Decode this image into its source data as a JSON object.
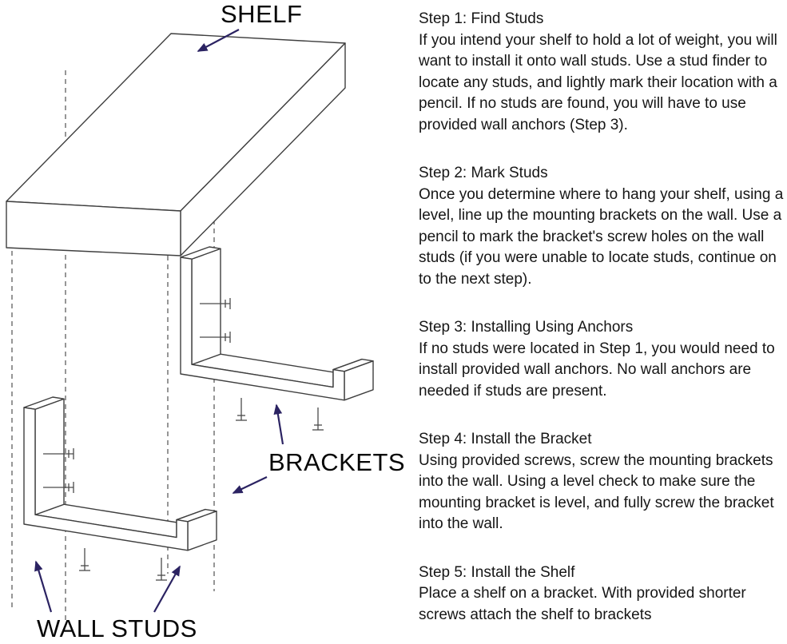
{
  "diagram": {
    "labels": {
      "shelf": "SHELF",
      "brackets": "BRACKETS",
      "wall_studs": "WALL STUDS"
    },
    "parts": {
      "shelf": "wooden shelf board",
      "brackets": "two L-shaped mounting brackets with screws",
      "wall_studs": "four dashed vertical stud lines"
    },
    "colors": {
      "outline": "#3f3f3f",
      "dashed_stud_line": "#5f5f5f",
      "arrow": "#2b2362",
      "label_text": "#060606"
    }
  },
  "instructions": {
    "steps": [
      {
        "title": "Step 1: Find Studs",
        "body": "If you intend your shelf to hold a lot of weight, you will want to install it onto wall studs. Use a stud finder to locate any studs, and lightly mark their location with a pencil. If no studs are found, you will have to use provided wall anchors (Step 3)."
      },
      {
        "title": "Step 2: Mark Studs",
        "body": "Once you determine where to hang your shelf, using a level, line up the mounting brackets on the wall. Use a pencil to mark the bracket's screw holes on the wall studs (if you were unable to locate studs, continue on to the next step)."
      },
      {
        "title": "Step 3: Installing Using Anchors",
        "body": "If no studs were located in Step 1, you would need to install provided wall anchors. No wall anchors are needed if studs are present."
      },
      {
        "title": "Step 4: Install the Bracket",
        "body": "Using provided screws, screw the mounting brackets into the wall. Using a level check to make sure the mounting bracket is level, and fully screw the bracket into the wall."
      },
      {
        "title": "Step 5: Install the Shelf",
        "body": "Place a shelf on a bracket. With provided shorter screws attach the shelf to brackets"
      }
    ]
  }
}
